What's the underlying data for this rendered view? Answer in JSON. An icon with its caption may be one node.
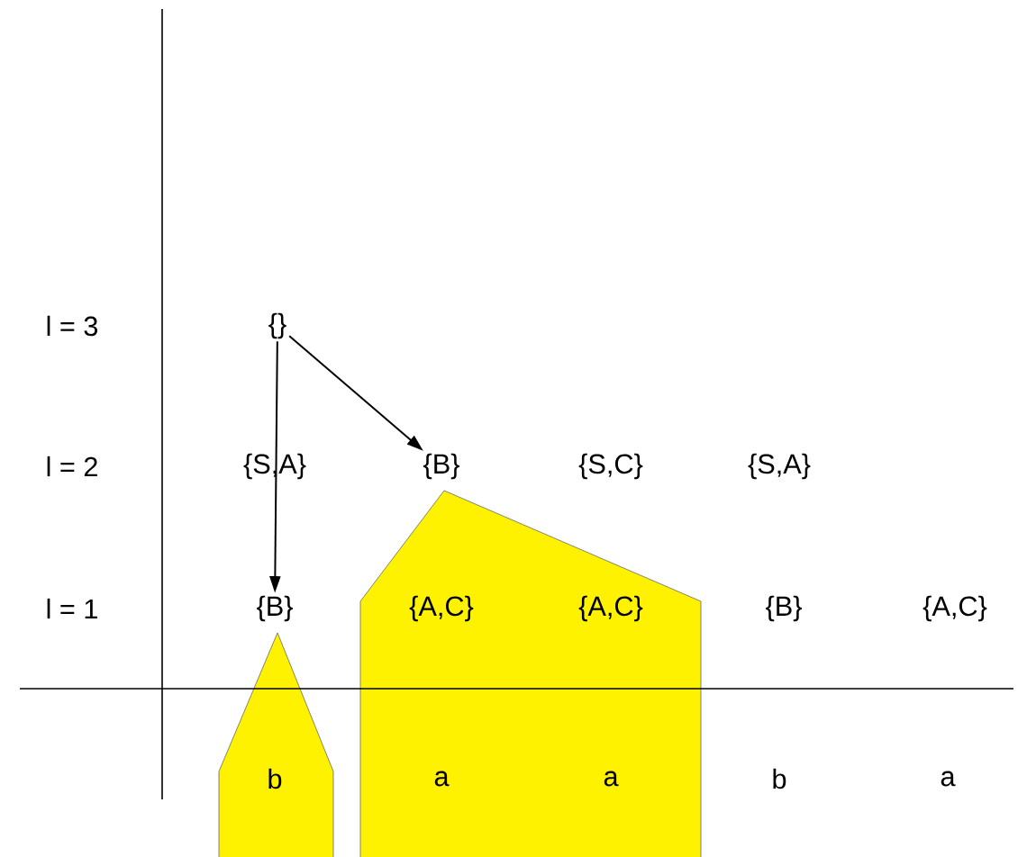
{
  "diagram": {
    "nodes": [
      {
        "text": [
          "{}"
        ]
      },
      {
        "text": [
          "{B}"
        ]
      },
      {
        "text": [
          "{B}"
        ]
      }
    ],
    "edges": [
      {
        "from": 0,
        "to": 1,
        "arrow": "to"
      },
      {
        "from": 0,
        "to": 2,
        "arrow": "to"
      }
    ],
    "labels": [
      "l = 3",
      "l = 2",
      "{S,A}",
      "{S,C}",
      "{S,A}",
      "l = 1",
      "{A,C}",
      "{A,C}",
      "{B}",
      "{A,C}",
      "b",
      "a",
      "a",
      "b",
      "a"
    ]
  }
}
